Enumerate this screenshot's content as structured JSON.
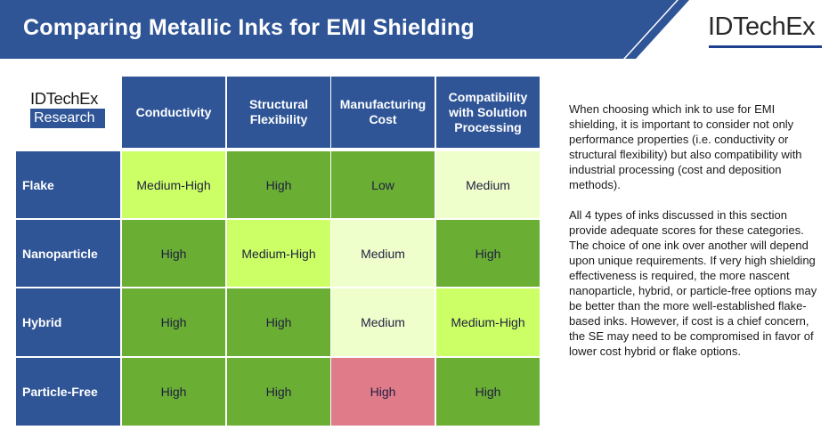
{
  "header": {
    "title": "Comparing Metallic Inks for EMI Shielding",
    "brand": "IDTechEx",
    "bar_color": "#2f5597"
  },
  "table_logo": {
    "top": "IDTechEx",
    "bottom": "Research"
  },
  "table": {
    "columns": [
      "Conductivity",
      "Structural Flexibility",
      "Manufacturing Cost",
      "Compatibility with Solution Processing"
    ],
    "rows": [
      {
        "label": "Flake",
        "cells": [
          "Medium-High",
          "High",
          "Low",
          "Medium"
        ]
      },
      {
        "label": "Nanoparticle",
        "cells": [
          "High",
          "Medium-High",
          "Medium",
          "High"
        ]
      },
      {
        "label": "Hybrid",
        "cells": [
          "High",
          "High",
          "Medium",
          "Medium-High"
        ]
      },
      {
        "label": "Particle-Free",
        "cells": [
          "High",
          "High",
          "High",
          "High"
        ]
      }
    ],
    "cell_colors": [
      [
        "#ccff66",
        "#6aae34",
        "#6aae34",
        "#efffcc"
      ],
      [
        "#6aae34",
        "#ccff66",
        "#efffcc",
        "#6aae34"
      ],
      [
        "#6aae34",
        "#6aae34",
        "#efffcc",
        "#ccff66"
      ],
      [
        "#6aae34",
        "#6aae34",
        "#e07b8a",
        "#6aae34"
      ]
    ],
    "header_color": "#2f5597"
  },
  "side_text": {
    "paragraph_1": "When choosing which ink to use for EMI shielding, it is important to consider not only performance properties (i.e. conductivity or structural flexibility) but also compatibility with industrial processing (cost and deposition methods).",
    "paragraph_2": "All 4 types of inks discussed in this section provide adequate scores for these categories. The choice of one ink over another will depend upon unique requirements. If very high shielding effectiveness is required, the more nascent nanoparticle, hybrid, or particle-free options may be better than the more well-established flake-based inks. However, if cost is a chief concern, the SE may need to be compromised in favor of lower cost hybrid or flake options."
  }
}
